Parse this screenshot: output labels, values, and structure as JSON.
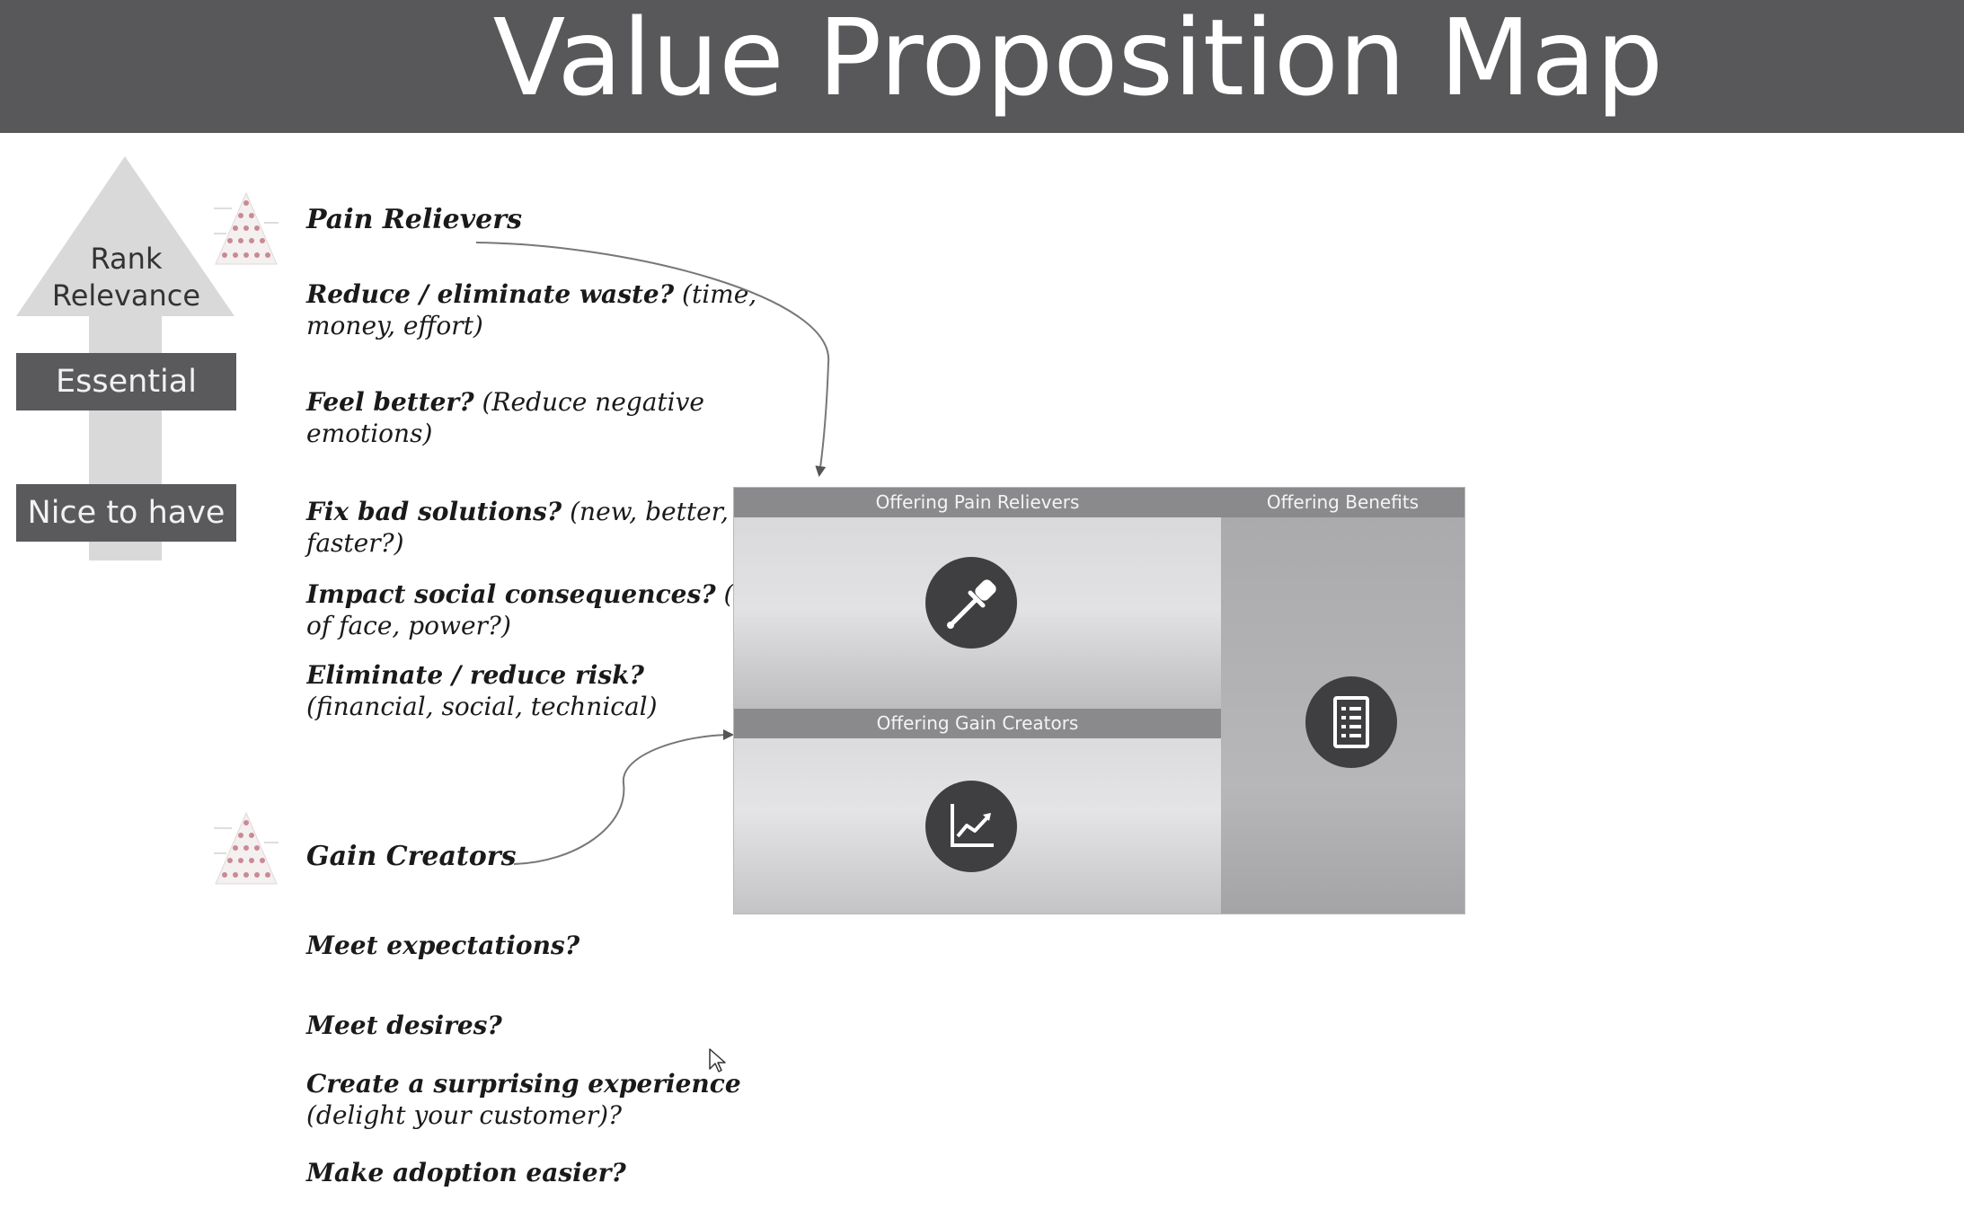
{
  "header": {
    "title": "Value Proposition Map"
  },
  "scale": {
    "label": "Rank\nRelevance",
    "levels": [
      "Essential",
      "Nice to have"
    ]
  },
  "pain_relievers": {
    "heading": "Pain Relievers",
    "items": [
      {
        "question": "Reduce / eliminate waste?",
        "hint": "(time, money, effort)"
      },
      {
        "question": "Feel better?",
        "hint": "(Reduce negative emotions)"
      },
      {
        "question": "Fix bad solutions?",
        "hint": "(new, better, faster?)"
      },
      {
        "question": "Impact social consequences?",
        "hint": "(loss of face, power?)"
      },
      {
        "question": "Eliminate / reduce risk?",
        "hint": "(financial, social, technical)"
      }
    ]
  },
  "gain_creators": {
    "heading": "Gain Creators",
    "items": [
      {
        "question": "Meet expectations?",
        "hint": ""
      },
      {
        "question": "Meet desires?",
        "hint": ""
      },
      {
        "question": "Create a surprising experience",
        "hint": "(delight your customer)?"
      },
      {
        "question": "Make adoption easier?",
        "hint": ""
      }
    ]
  },
  "canvas": {
    "pain_relievers_label": "Offering Pain Relievers",
    "benefits_label": "Offering Benefits",
    "gain_creators_label": "Offering Gain Creators",
    "icons": [
      "dropper-icon",
      "list-icon",
      "chart-icon"
    ]
  },
  "colors": {
    "title_bar": "#58585a",
    "level_box": "#5a5a5c",
    "panel_header": "#8a8a8c",
    "icon_circle": "#3f3f41"
  }
}
